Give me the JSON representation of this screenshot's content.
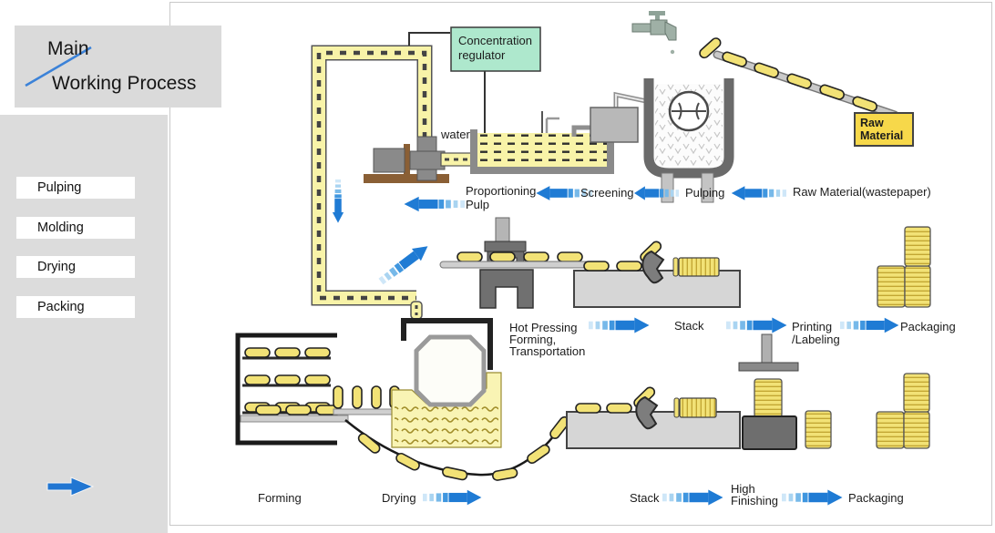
{
  "sidebar": {
    "title_line1": "Main",
    "title_line2": "Working Process",
    "nav": [
      "Pulping",
      "Molding",
      "Drying",
      "Packing"
    ]
  },
  "diagram": {
    "equipment": {
      "concentration": [
        "Concentration",
        "regulator"
      ],
      "water": "water",
      "raw_material_box": [
        "Raw",
        "Material"
      ]
    },
    "flow_top": {
      "proportioning": [
        "Proportioning",
        "Pulp"
      ],
      "screening": "Screening",
      "pulping": "Pulping",
      "raw_material": "Raw Material(wastepaper)"
    },
    "flow_mid": {
      "hot_pressing": [
        "Hot Pressing",
        "Forming,",
        "Transportation"
      ],
      "stack": "Stack",
      "printing": [
        "Printing",
        "/Labeling"
      ],
      "packaging": "Packaging"
    },
    "flow_bottom": {
      "forming": "Forming",
      "drying": "Drying",
      "stack": "Stack",
      "high_finishing": [
        "High",
        "Finishing"
      ],
      "packaging": "Packaging"
    },
    "colors": {
      "arrow_blue": "#1f7bd4",
      "tray_yellow": "#f2e276",
      "pipe_yellow": "#f8f3a8",
      "regulator_green": "#aee8cd",
      "raw_material_yellow": "#f7d84a",
      "sidebar_gray": "#dcdcdc"
    }
  }
}
